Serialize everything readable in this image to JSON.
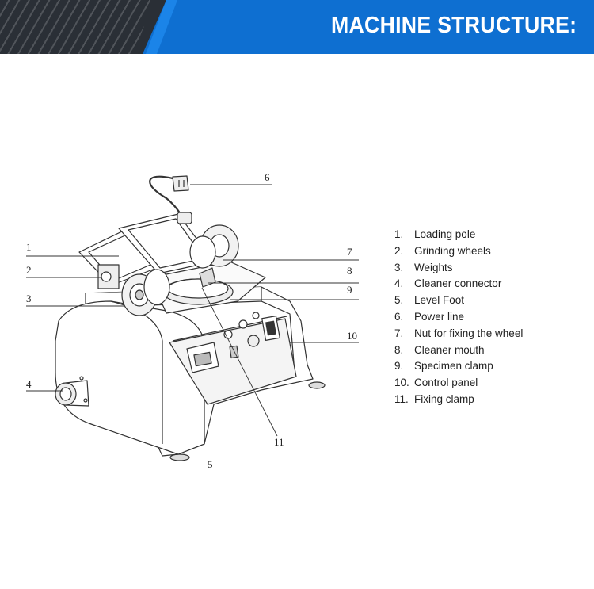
{
  "header": {
    "title": "MACHINE STRUCTURE:"
  },
  "callouts": [
    "1",
    "2",
    "3",
    "4",
    "5",
    "6",
    "7",
    "8",
    "9",
    "10",
    "11"
  ],
  "legend": [
    {
      "num": "1.",
      "text": "Loading pole"
    },
    {
      "num": "2.",
      "text": "Grinding wheels"
    },
    {
      "num": "3.",
      "text": "Weights"
    },
    {
      "num": "4.",
      "text": "Cleaner connector"
    },
    {
      "num": "5.",
      "text": "Level Foot"
    },
    {
      "num": "6.",
      "text": "Power line"
    },
    {
      "num": "7.",
      "text": "Nut for fixing the wheel"
    },
    {
      "num": "8.",
      "text": "Cleaner mouth"
    },
    {
      "num": "9.",
      "text": "Specimen clamp"
    },
    {
      "num": "10.",
      "text": "Control panel"
    },
    {
      "num": "11.",
      "text": "Fixing clamp"
    }
  ]
}
